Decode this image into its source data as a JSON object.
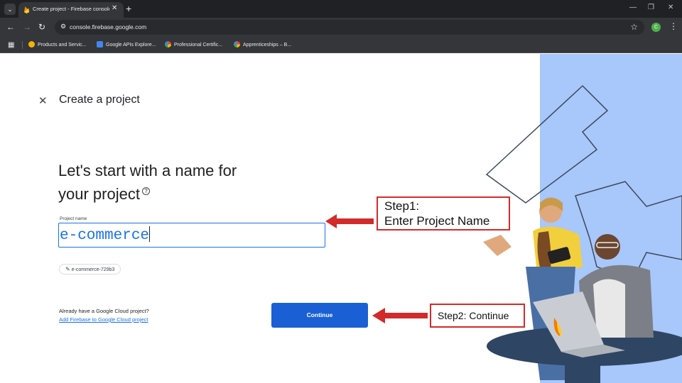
{
  "browser": {
    "tab_title": "Create project - Firebase console",
    "new_tab": "+",
    "tab_close": "✕",
    "url": "console.firebase.google.com",
    "profile_initial": "C",
    "bookmarks": [
      {
        "label": "Products and Servic...",
        "color": "#f4b400"
      },
      {
        "label": "Google APIs Explore...",
        "color": "#4285f4"
      },
      {
        "label": "Professional Certific...",
        "color": "#ea4335"
      },
      {
        "label": "Apprenticeships – B...",
        "color": "#ea4335"
      }
    ]
  },
  "page": {
    "title": "Create a project",
    "heading_line1": "Let's start with a name for",
    "heading_line2": "your project",
    "help_glyph": "?",
    "project_name_label": "Project name",
    "project_name_value": "e-commerce",
    "project_id": "e-commerce-729b3",
    "already_text": "Already have a Google Cloud project?",
    "add_link": "Add Firebase to Google Cloud project",
    "continue_label": "Continue"
  },
  "annotations": {
    "step1_line1": "Step1:",
    "step1_line2": "Enter Project Name",
    "step2": "Step2: Continue",
    "color": "#d32a2a"
  },
  "colors": {
    "accent": "#1a73e8",
    "button": "#1a5fd4",
    "art_panel": "#a8c7fa"
  }
}
